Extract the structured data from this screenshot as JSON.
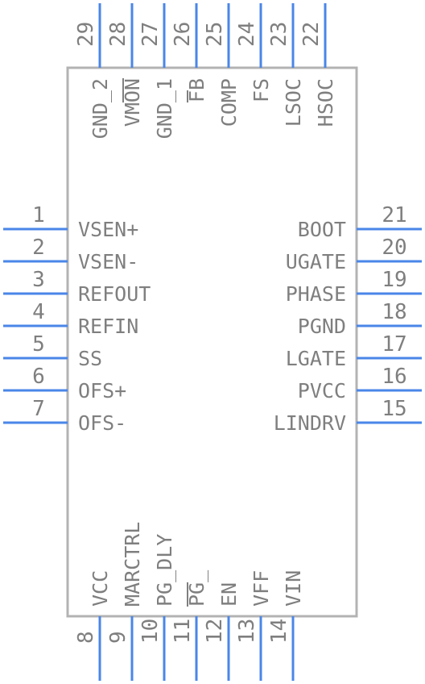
{
  "component": {
    "left_pins": [
      {
        "num": "1",
        "name": "VSEN+"
      },
      {
        "num": "2",
        "name": "VSEN-"
      },
      {
        "num": "3",
        "name": "REFOUT"
      },
      {
        "num": "4",
        "name": "REFIN"
      },
      {
        "num": "5",
        "name": "SS"
      },
      {
        "num": "6",
        "name": "OFS+"
      },
      {
        "num": "7",
        "name": "OFS-"
      }
    ],
    "right_pins": [
      {
        "num": "21",
        "name": "BOOT"
      },
      {
        "num": "20",
        "name": "UGATE"
      },
      {
        "num": "19",
        "name": "PHASE"
      },
      {
        "num": "18",
        "name": "PGND"
      },
      {
        "num": "17",
        "name": "LGATE"
      },
      {
        "num": "16",
        "name": "PVCC"
      },
      {
        "num": "15",
        "name": "LINDRV"
      }
    ],
    "bottom_pins": [
      {
        "num": "8",
        "name": "VCC"
      },
      {
        "num": "9",
        "name": "MARCTRL"
      },
      {
        "num": "10",
        "name": "PG_DLY"
      },
      {
        "num": "11",
        "name": "PG_",
        "overbar": "PG"
      },
      {
        "num": "12",
        "name": "EN"
      },
      {
        "num": "13",
        "name": "VFF"
      },
      {
        "num": "14",
        "name": "VIN"
      }
    ],
    "top_pins": [
      {
        "num": "29",
        "name": "GND_2"
      },
      {
        "num": "28",
        "name": "VMON",
        "overbar": "ON"
      },
      {
        "num": "27",
        "name": "GND_1"
      },
      {
        "num": "26",
        "name": "FB",
        "overbar": "F"
      },
      {
        "num": "25",
        "name": "COMP"
      },
      {
        "num": "24",
        "name": "FS"
      },
      {
        "num": "23",
        "name": "LSOC"
      },
      {
        "num": "22",
        "name": "HSOC"
      }
    ]
  }
}
